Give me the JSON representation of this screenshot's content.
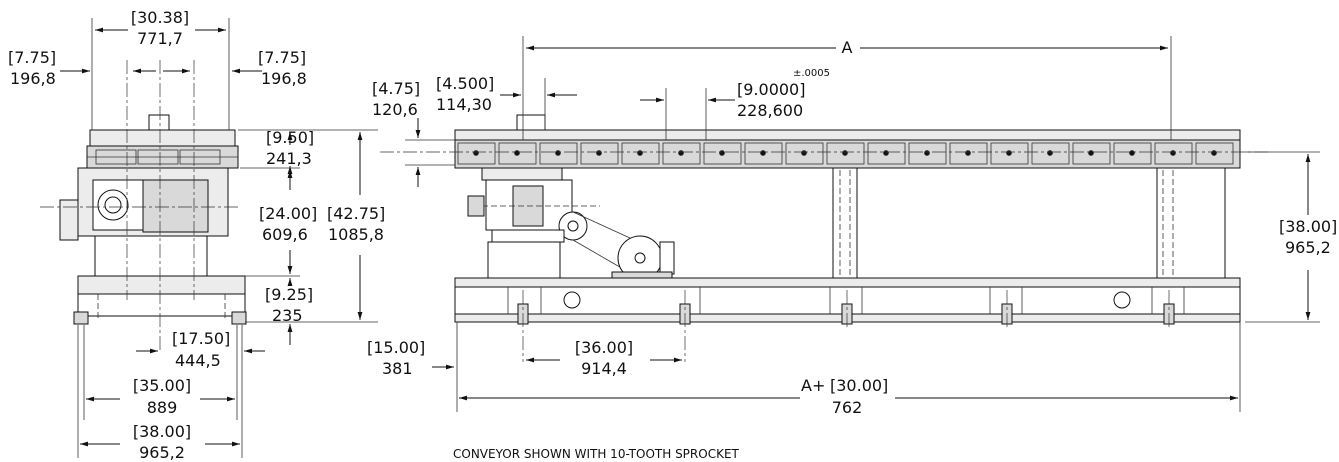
{
  "caption": "CONVEYOR SHOWN WITH 10-TOOTH SPROCKET",
  "end_view": {
    "overall_width": {
      "in": "[30.38]",
      "mm": "771,7"
    },
    "left_offset": {
      "in": "[7.75]",
      "mm": "196,8"
    },
    "right_offset": {
      "in": "[7.75]",
      "mm": "196,8"
    },
    "pallet_height": {
      "in": "[9.50]",
      "mm": "241,3"
    },
    "drive_height": {
      "in": "[24.00]",
      "mm": "609,6"
    },
    "total_height": {
      "in": "[42.75]",
      "mm": "1085,8"
    },
    "base_height": {
      "in": "[9.25]",
      "mm": "235"
    },
    "half_base": {
      "in": "[17.50]",
      "mm": "444,5"
    },
    "base_width": {
      "in": "[35.00]",
      "mm": "889"
    },
    "foot_width": {
      "in": "[38.00]",
      "mm": "965,2"
    }
  },
  "side_view": {
    "length_label": "A",
    "tolerance": "±.0005",
    "pallet_thickness": {
      "in": "[4.75]",
      "mm": "120,6"
    },
    "first_offset": {
      "in": "[4.500]",
      "mm": "114,30"
    },
    "pitch": {
      "in": "[9.0000]",
      "mm": "228,600"
    },
    "height": {
      "in": "[38.00]",
      "mm": "965,2"
    },
    "end_overhang": {
      "in": "[15.00]",
      "mm": "381"
    },
    "leg_spacing": {
      "in": "[36.00]",
      "mm": "914,4"
    },
    "total_length": {
      "prefix": "A+",
      "in": "[30.00]",
      "mm": "762"
    }
  }
}
